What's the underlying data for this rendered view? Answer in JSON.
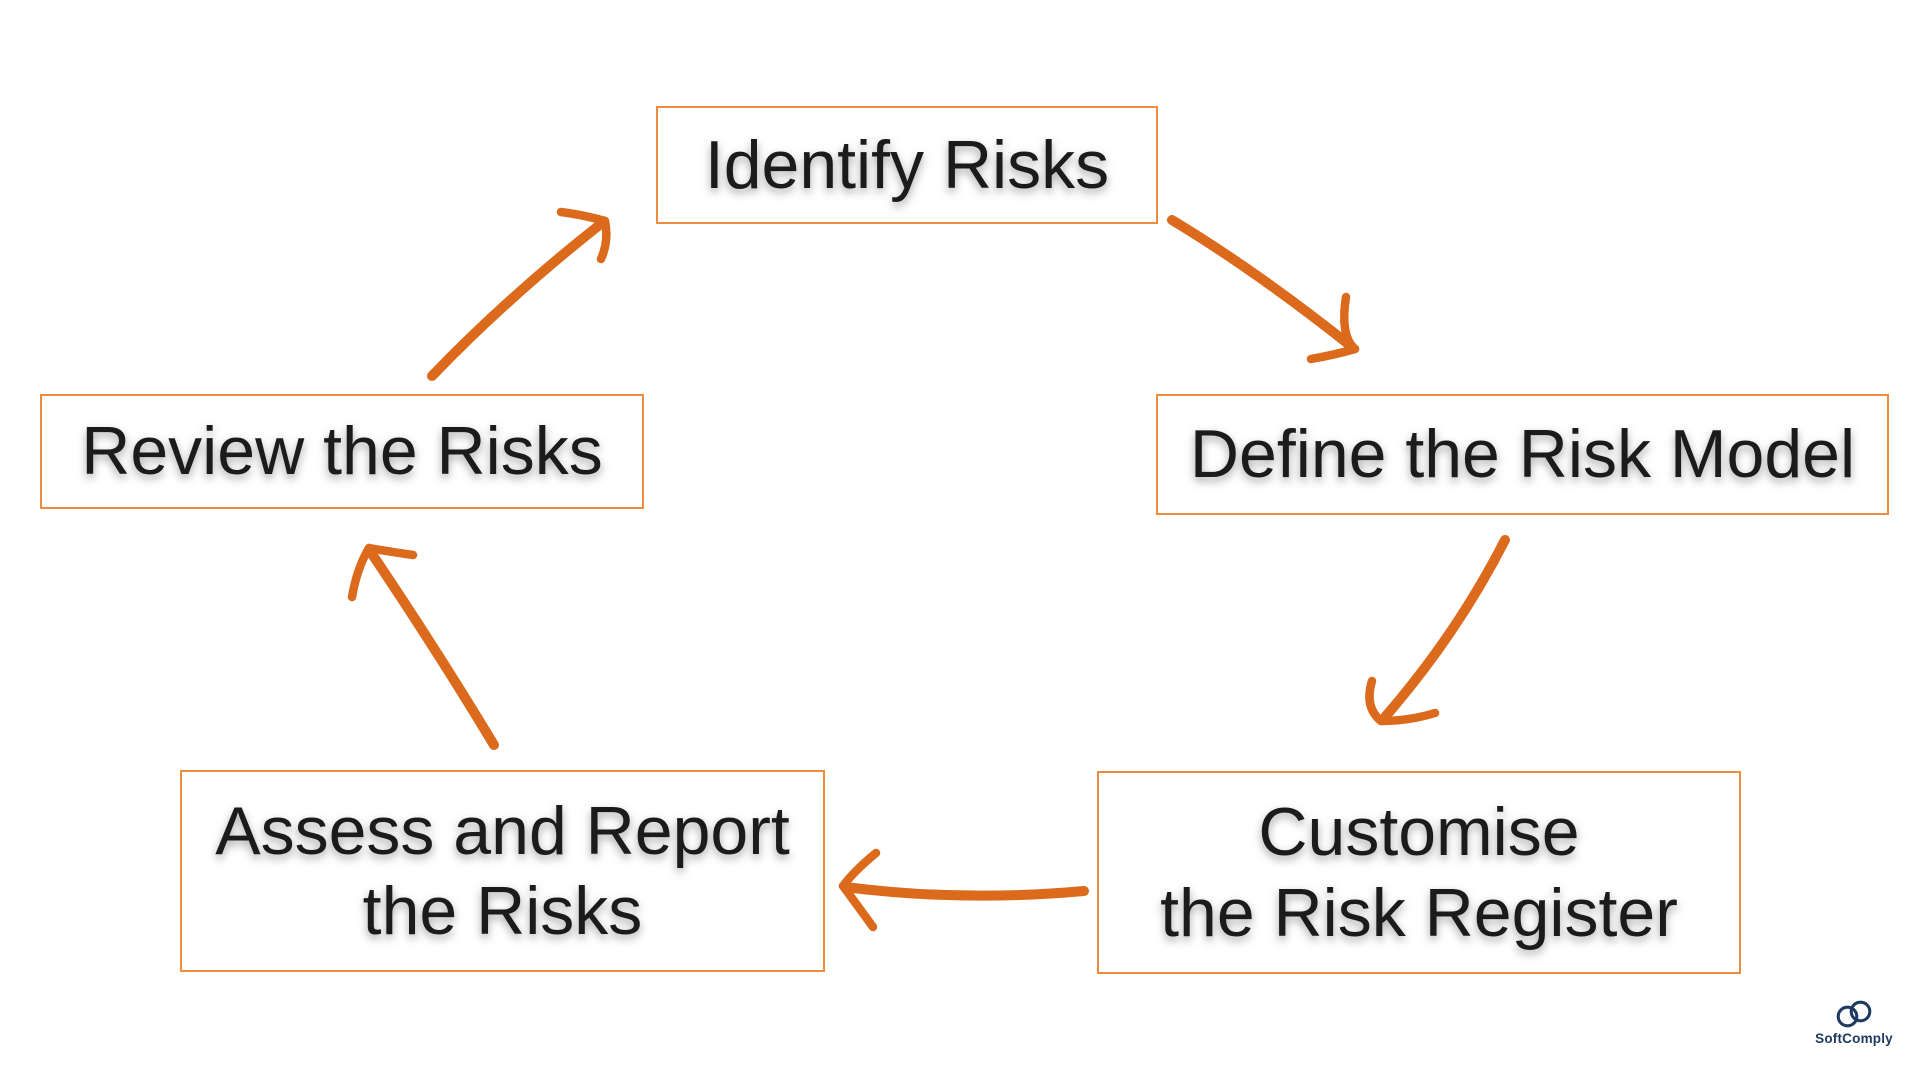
{
  "diagram": {
    "type": "cycle",
    "nodes": [
      {
        "id": "identify-risks",
        "label": "Identify Risks"
      },
      {
        "id": "define-risk-model",
        "label": "Define the Risk Model"
      },
      {
        "id": "customise-risk-register",
        "label": "Customise",
        "label2": "the Risk Register"
      },
      {
        "id": "assess-report-risks",
        "label": "Assess and Report",
        "label2": "the Risks"
      },
      {
        "id": "review-risks",
        "label": "Review the Risks"
      }
    ],
    "flows": [
      {
        "from": "identify-risks",
        "to": "define-risk-model"
      },
      {
        "from": "define-risk-model",
        "to": "customise-risk-register"
      },
      {
        "from": "customise-risk-register",
        "to": "assess-report-risks"
      },
      {
        "from": "assess-report-risks",
        "to": "review-risks"
      },
      {
        "from": "review-risks",
        "to": "identify-risks"
      }
    ],
    "colors": {
      "arrow": "#dc6a1c",
      "node_border": "#ec8c3e",
      "node_background": "#ffffff",
      "text": "#1b1b1b"
    }
  },
  "branding": {
    "logo_text": "SoftComply",
    "logo_color": "#1f3a60"
  }
}
